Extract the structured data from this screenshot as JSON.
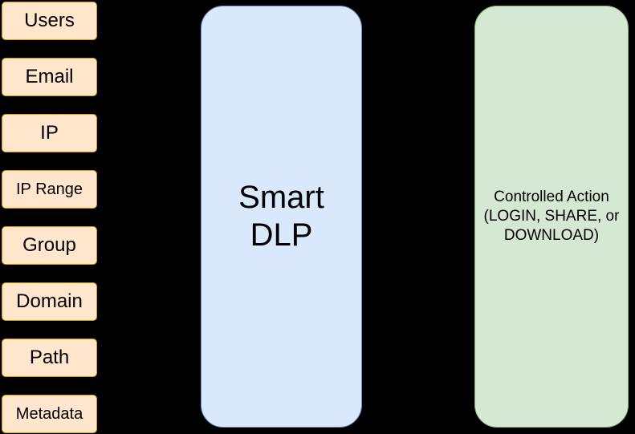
{
  "diagram": {
    "background_color": "#000000",
    "attributes_column": {
      "fill_color": "#ffe6cc",
      "border_color": "#d79b00",
      "items": [
        {
          "label": "Users",
          "size": "normal"
        },
        {
          "label": "Email",
          "size": "normal"
        },
        {
          "label": "IP",
          "size": "normal"
        },
        {
          "label": "IP Range",
          "size": "small"
        },
        {
          "label": "Group",
          "size": "normal"
        },
        {
          "label": "Domain",
          "size": "normal"
        },
        {
          "label": "Path",
          "size": "normal"
        },
        {
          "label": "Metadata",
          "size": "small"
        }
      ]
    },
    "engine": {
      "label": "Smart\nDLP",
      "fill_color": "#dae8fc",
      "border_color": "#6c8ebf"
    },
    "action": {
      "label": "Controlled Action\n(LOGIN, SHARE, or\nDOWNLOAD)",
      "fill_color": "#d5e8d4",
      "border_color": "#82b366"
    }
  }
}
